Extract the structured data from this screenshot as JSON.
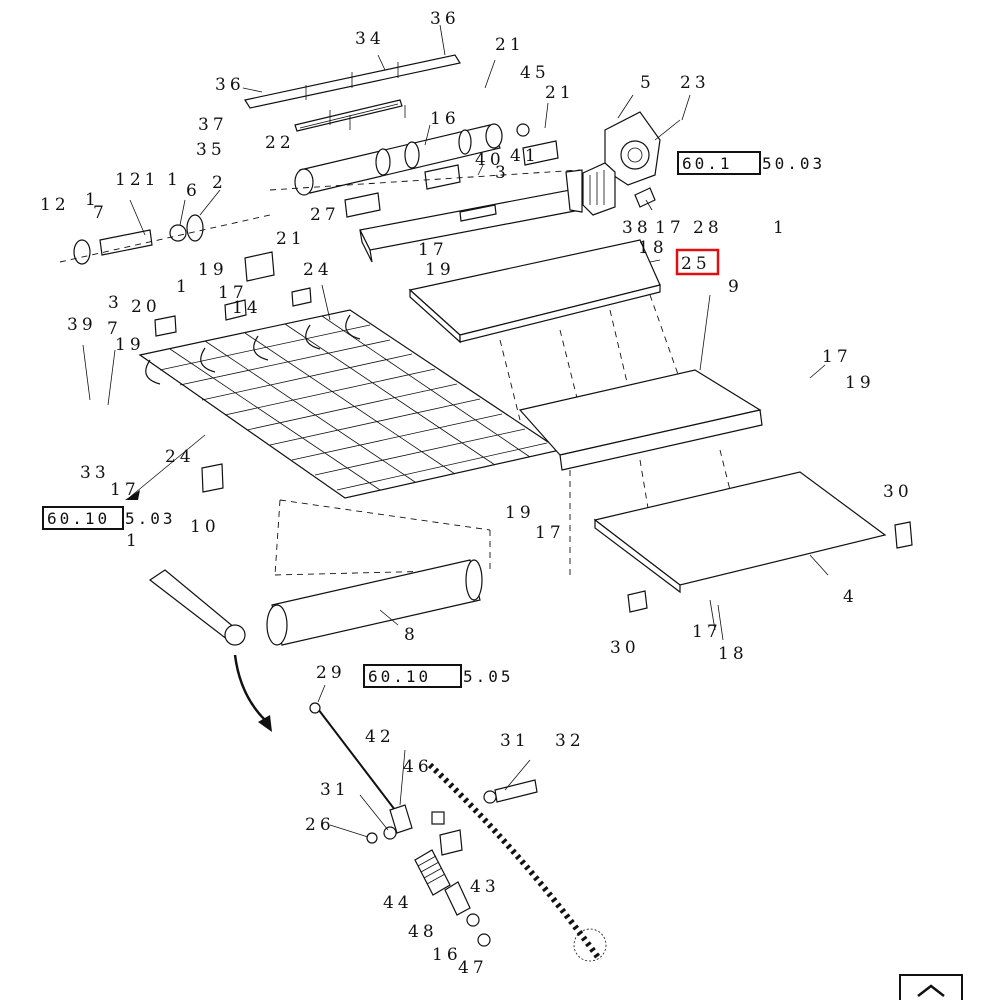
{
  "labels": {
    "l36a": "36",
    "l34": "34",
    "l21a": "21",
    "l45": "45",
    "l5": "5",
    "l23": "23",
    "l36b": "36",
    "l21b": "21",
    "l37": "37",
    "l22": "22",
    "l16a": "16",
    "l35": "35",
    "l40": "40",
    "l41": "41",
    "l6": "6",
    "l2": "2",
    "l121": "121",
    "l1a": "1",
    "l12": "12",
    "l1b": "1",
    "l7a": "7",
    "l3": "3",
    "l27": "27",
    "l21c": "21",
    "l38": "38",
    "l17a": "17",
    "l28": "28",
    "l1c": "1",
    "l18a": "18",
    "l17b": "17",
    "l19a": "19",
    "l19b": "19",
    "l1d": "1",
    "l17c": "17",
    "l14": "14",
    "l24a": "24",
    "l9": "9",
    "l3b": "3",
    "l20": "20",
    "l39": "39",
    "l7b": "7",
    "l19c": "19",
    "l17d": "17",
    "l19d": "19",
    "l24b": "24",
    "l33": "33",
    "l17e": "17",
    "l10": "10",
    "l19e": "19",
    "l17f": "17",
    "l30a": "30",
    "l1e": "1",
    "l4": "4",
    "l8": "8",
    "l17g": "17",
    "l18b": "18",
    "l30b": "30",
    "l29": "29",
    "l42": "42",
    "l31a": "31",
    "l32": "32",
    "l46": "46",
    "l31b": "31",
    "l26": "26",
    "l44": "44",
    "l43": "43",
    "l48": "48",
    "l16b": "16",
    "l47": "47",
    "l25": "25"
  },
  "refs": {
    "r1": {
      "boxed": "60.1",
      "rest": "50.03"
    },
    "r2": {
      "boxed": "60.10",
      "rest": "5.03"
    },
    "r3": {
      "boxed": "60.10",
      "rest": "5.05"
    }
  },
  "highlight": {
    "label": "25",
    "color": "#e01010"
  }
}
